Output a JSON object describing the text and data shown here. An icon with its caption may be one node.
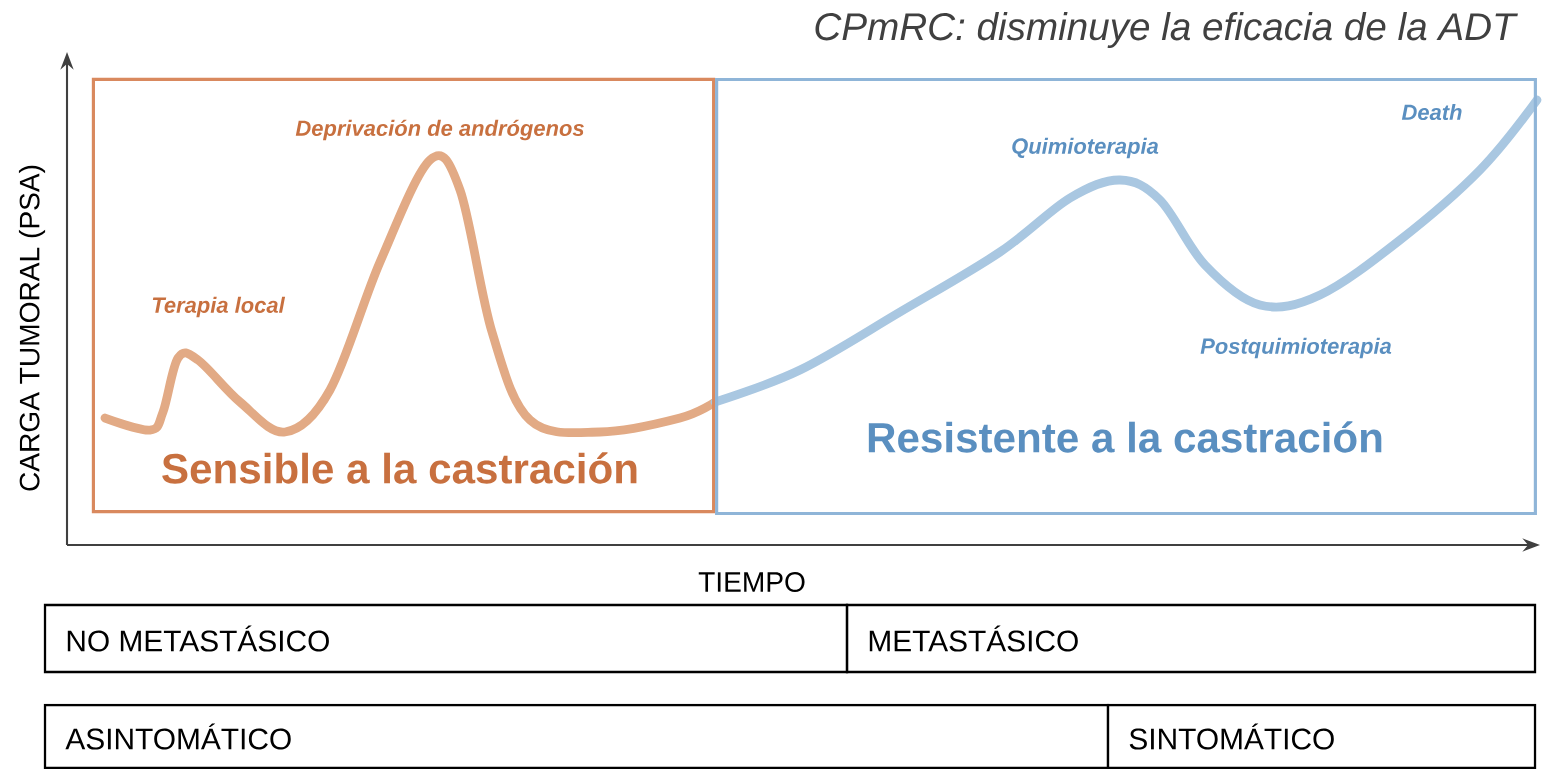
{
  "diagram": {
    "title": "CPmRC: disminuye la eficacia de la ADT",
    "nodes": [
      {
        "text": [
          "Sensible a la castración"
        ]
      },
      {
        "text": [
          "Resistente a la castración"
        ]
      },
      {
        "text": [
          "NO METASTÁSICO"
        ]
      },
      {
        "text": [
          "METASTÁSICO"
        ]
      },
      {
        "text": [
          "ASINTOMÁTICO"
        ]
      },
      {
        "text": [
          "SINTOMÁTICO"
        ]
      }
    ],
    "labels": [
      "Deprivación de andrógenos",
      "Death",
      "Quimioterapia",
      "Terapia local",
      "Postquimioterapia",
      "CARGA TUMORAL (PSA)",
      "TIEMPO"
    ]
  }
}
